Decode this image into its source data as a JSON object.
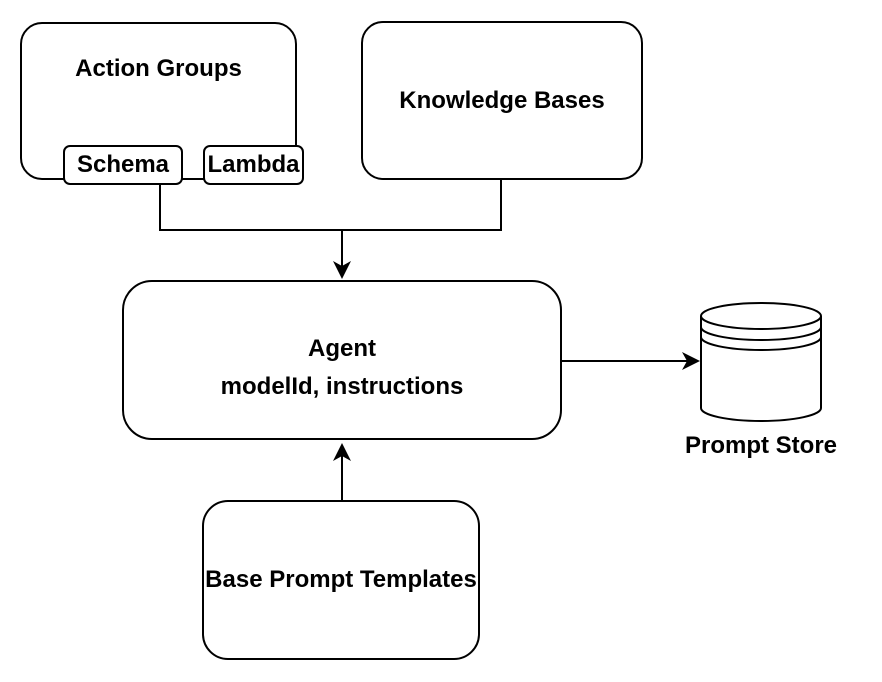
{
  "diagram": {
    "background_color": "#ffffff",
    "line_color": "#000000",
    "text_color": "#000000",
    "nodes": {
      "action_groups": {
        "label": "Action Groups",
        "children": {
          "schema": {
            "label": "Schema"
          },
          "lambda": {
            "label": "Lambda"
          }
        }
      },
      "knowledge_bases": {
        "label": "Knowledge Bases"
      },
      "agent": {
        "title": "Agent",
        "subtitle": "modelId, instructions"
      },
      "base_prompt_templates": {
        "label": "Base Prompt Templates"
      },
      "prompt_store": {
        "label": "Prompt Store",
        "icon": "database-cylinder-icon"
      }
    },
    "edges": [
      {
        "from": "action_groups",
        "to": "agent",
        "style": "merge-arrow-down"
      },
      {
        "from": "knowledge_bases",
        "to": "agent",
        "style": "merge-arrow-down"
      },
      {
        "from": "agent",
        "to": "prompt_store",
        "style": "arrow-right"
      },
      {
        "from": "base_prompt_templates",
        "to": "agent",
        "style": "arrow-up"
      }
    ]
  }
}
